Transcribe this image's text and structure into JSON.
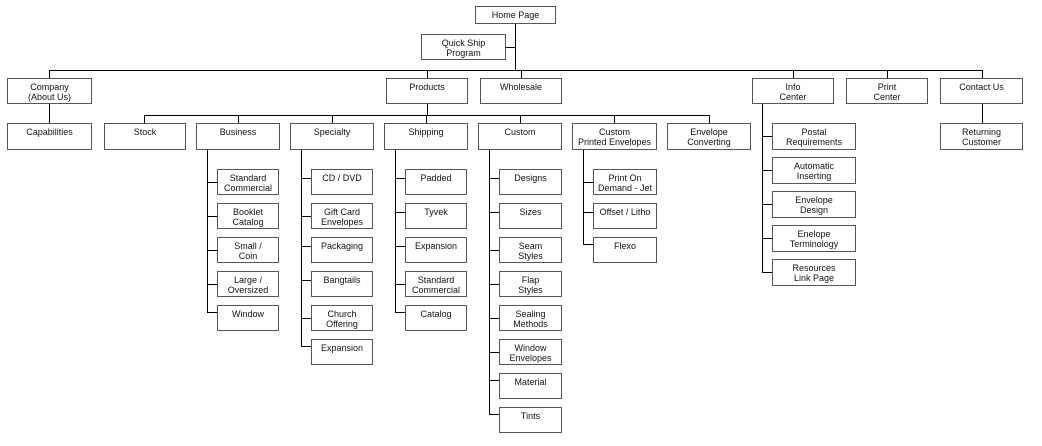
{
  "sitemap": {
    "home": "Home Page",
    "quick_ship": "Quick Ship\nProgram",
    "company": "Company\n(About Us)",
    "capabilities": "Capabilities",
    "products": "Products",
    "wholesale": "Wholesale",
    "info_center": "Info\nCenter",
    "print_center": "Print\nCenter",
    "contact_us": "Contact Us",
    "returning_customer": "Returning\nCustomer",
    "categories": {
      "stock": "Stock",
      "business": "Business",
      "specialty": "Specialty",
      "shipping": "Shipping",
      "custom": "Custom",
      "custom_printed": "Custom\nPrinted Envelopes",
      "envelope_converting": "Envelope\nConverting"
    },
    "business_items": [
      "Standard\nCommercial",
      "Booklet\nCatalog",
      "Small /\nCoin",
      "Large /\nOversized",
      "Window"
    ],
    "specialty_items": [
      "CD / DVD",
      "Gift Card\nEnvelopes",
      "Packaging",
      "Bangtails",
      "Church\nOffering",
      "Expansion"
    ],
    "shipping_items": [
      "Padded",
      "Tyvek",
      "Expansion",
      "Standard\nCommercial",
      "Catalog"
    ],
    "custom_items": [
      "Designs",
      "Sizes",
      "Seam\nStyles",
      "Flap\nStyles",
      "Sealing\nMethods",
      "Window\nEnvelopes",
      "Material",
      "Tints"
    ],
    "custom_printed_items": [
      "Print On\nDemand - Jet",
      "Offset / Litho",
      "Flexo"
    ],
    "info_items": [
      "Postal\nRequirements",
      "Automatic\nInserting",
      "Envelope\nDesign",
      "Enelope\nTerminology",
      "Resources\nLink Page"
    ]
  }
}
